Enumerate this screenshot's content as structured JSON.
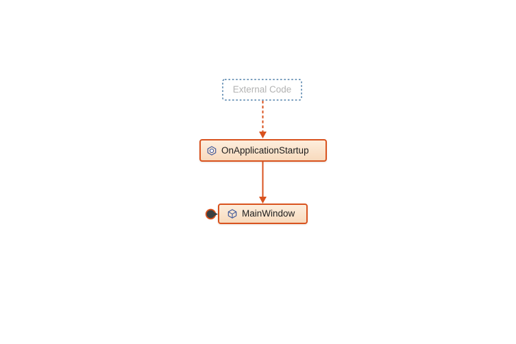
{
  "colors": {
    "background": "#ffffff",
    "accent-orange": "#d9521e",
    "node-fill-top": "#fdeedd",
    "node-fill-bottom": "#f8dabd",
    "node-text": "#1c1c1c",
    "external-border": "#4d7ea8",
    "external-text": "#b3b3b3",
    "icon-blue": "#41599a",
    "badge-dark": "#3a3f41"
  },
  "nodes": {
    "external_code": {
      "label": "External Code"
    },
    "on_application_startup": {
      "label": "OnApplicationStartup",
      "icon": "method-cube-icon"
    },
    "main_window": {
      "label": "MainWindow",
      "icon": "class-cube-icon",
      "badge": "expand-incoming-calls-icon"
    }
  },
  "edges": [
    {
      "from": "External Code",
      "to": "OnApplicationStartup",
      "style": "dashed-orange-arrow"
    },
    {
      "from": "OnApplicationStartup",
      "to": "MainWindow",
      "style": "solid-orange-arrow"
    }
  ]
}
